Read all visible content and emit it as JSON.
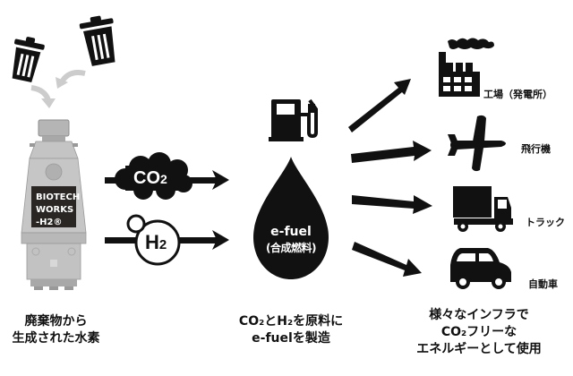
{
  "colors": {
    "ink": "#111111",
    "arrow_gray": "#cccccc",
    "machine_body": "#bdbdbd",
    "machine_dark": "#9a9a9a",
    "panel": "#2a2624",
    "background": "#ffffff"
  },
  "icons": {
    "trash_left": "trash-can-icon",
    "trash_right": "trash-can-icon",
    "fuel_pump": "fuel-pump-icon",
    "factory": "factory-icon",
    "airplane": "airplane-icon",
    "truck": "truck-icon",
    "car": "car-icon"
  },
  "machine": {
    "line1": "BIOTECH",
    "line2": "WORKS",
    "line3": "-H2®"
  },
  "inputs": {
    "co2_label": "CO",
    "co2_sub": "2",
    "h2_label": "H",
    "h2_sub": "2"
  },
  "fuel": {
    "line1": "e-fuel",
    "line2": "(合成燃料)"
  },
  "uses": [
    {
      "label": "工場（発電所）"
    },
    {
      "label": "飛行機"
    },
    {
      "label": "トラック"
    },
    {
      "label": "自動車"
    }
  ],
  "captions": {
    "left": [
      "廃棄物から",
      "生成された水素"
    ],
    "middle": [
      "CO₂とH₂を原料に",
      "e-fuelを製造"
    ],
    "right": [
      "様々なインフラで",
      "CO₂フリーな",
      "エネルギーとして使用"
    ]
  }
}
